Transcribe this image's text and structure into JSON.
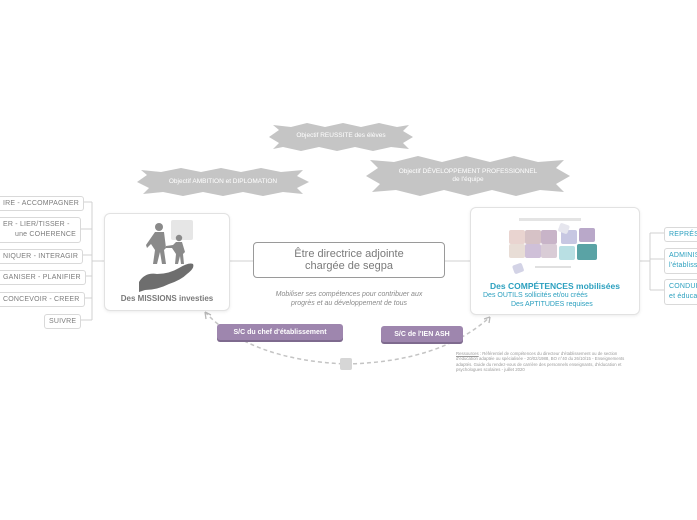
{
  "center": {
    "line1": "Être directrice adjointe",
    "line2": "chargée de segpa",
    "subtitle_line1": "Mobiliser ses compétences pour contribuer aux",
    "subtitle_line2": "progrès et au développement de tous"
  },
  "objectives": [
    {
      "label": "Objectif REUSSITE des élèves"
    },
    {
      "label": "Objectif AMBITION et DIPLOMATION"
    },
    {
      "label_line1": "Objectif DÉVELOPPEMENT PROFESSIONNEL",
      "label_line2": "de l'équipe"
    }
  ],
  "missions": {
    "title": "Des MISSIONS investies",
    "items": [
      "IRE - ACCOMPAGNER",
      "ER - LIER/TISSER -",
      "une COHERENCE",
      "NIQUER - INTERAGIR",
      "GANISER - PLANIFIER",
      "CONCEVOIR - CREER",
      "SUIVRE"
    ]
  },
  "competences": {
    "title": "Des COMPÉTENCES mobilisées",
    "line2": "Des OUTILS  sollicités et/ou créés",
    "line3": "Des APTITUDES requises",
    "items": [
      "REPRÉSE",
      "ADMINIS",
      "l'établiss",
      "CONDUI",
      "et éduca"
    ]
  },
  "authority": {
    "chef": "S/C du chef d'établissement",
    "ien": "S/C de l'IEN ASH"
  },
  "reference": {
    "label": "Ressources",
    "text": " : Référentiel de compétences du directeur d'établissement ou de section d'éducation adaptée ou spécialisée - 20/02/1988, BO n°40 du 26/10/15 - Enseignements adaptés. Guide du rendez-vous de carrière des personnels enseignants, d'éducation et psychologues scolaires - juillet 2020"
  },
  "colors": {
    "accent_blue": "#2ca0bf",
    "purple": "#9e86ae",
    "burst_gray": "#bfbfbf",
    "text_gray": "#7c7c7c"
  }
}
